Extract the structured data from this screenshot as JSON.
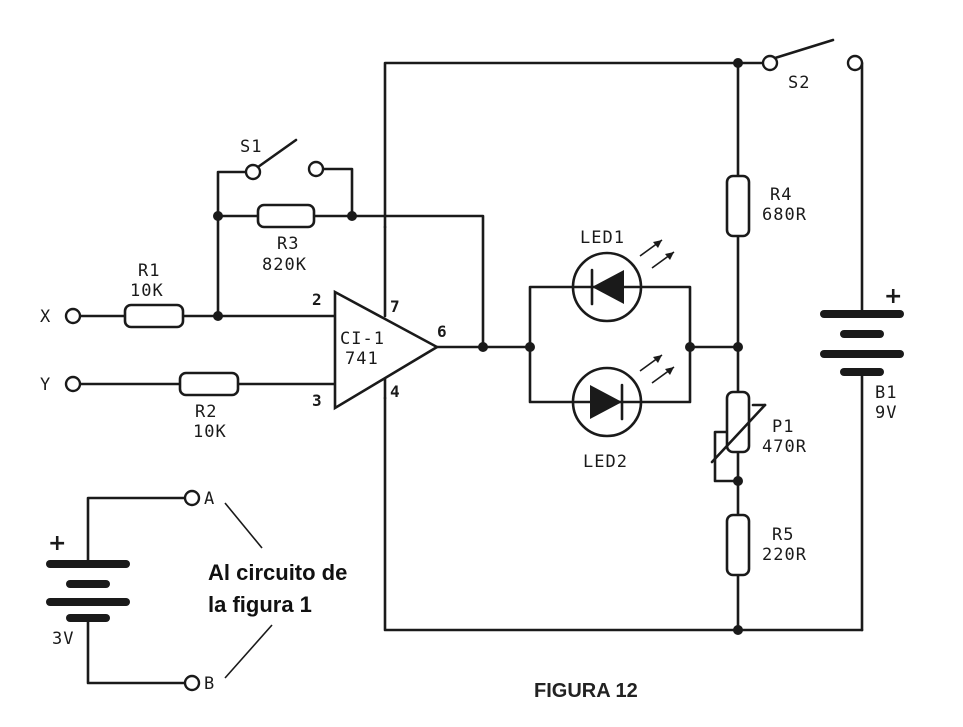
{
  "components": {
    "r1": {
      "name": "R1",
      "value": "10K"
    },
    "r2": {
      "name": "R2",
      "value": "10K"
    },
    "r3": {
      "name": "R3",
      "value": "820K"
    },
    "r4": {
      "name": "R4",
      "value": "680R"
    },
    "r5": {
      "name": "R5",
      "value": "220R"
    },
    "p1": {
      "name": "P1",
      "value": "470R"
    },
    "s1": {
      "name": "S1"
    },
    "s2": {
      "name": "S2"
    },
    "ic": {
      "name": "CI-1",
      "part": "741",
      "pins": {
        "inverting": "2",
        "noninverting": "3",
        "vplus": "7",
        "vminus": "4",
        "output": "6"
      }
    },
    "led1": {
      "name": "LED1"
    },
    "led2": {
      "name": "LED2"
    },
    "b1": {
      "name": "B1",
      "value": "9V",
      "polarity": "+"
    },
    "b_small": {
      "value": "3V",
      "polarity": "+"
    }
  },
  "terminals": {
    "x": "X",
    "y": "Y",
    "a": "A",
    "b": "B"
  },
  "annotation": {
    "line1": "Al circuito de",
    "line2": "la figura 1"
  },
  "caption": "FIGURA 12"
}
